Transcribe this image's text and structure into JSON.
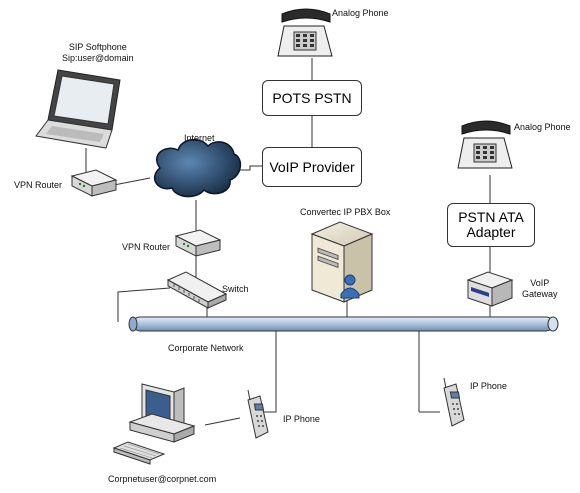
{
  "labels": {
    "analog_phone_top": "Analog Phone",
    "pots_pstn": "POTS PSTN",
    "voip_provider": "VoIP Provider",
    "sip_softphone_line1": "SIP Softphone",
    "sip_softphone_line2": "Sip:user@domain",
    "internet": "Internet",
    "vpn_router_left": "VPN Router",
    "vpn_router_center": "VPN Router",
    "switch": "Switch",
    "pbx_box": "Convertec IP PBX Box",
    "analog_phone_right": "Analog Phone",
    "pstn_ata_line1": "PSTN ATA",
    "pstn_ata_line2": "Adapter",
    "voip_gateway_line1": "VoIP",
    "voip_gateway_line2": "Gateway",
    "corporate_network": "Corporate Network",
    "ip_phone_left": "IP Phone",
    "ip_phone_right": "IP Phone",
    "corpnet_user": "Corpnetuser@corpnet.com"
  },
  "icons": {
    "analog_phone": "desk-phone-icon",
    "laptop": "laptop-icon",
    "router": "router-icon",
    "cloud": "cloud-icon",
    "switch": "network-switch-icon",
    "server": "server-tower-icon",
    "gateway": "gateway-box-icon",
    "ip_phone": "ip-phone-icon",
    "desktop": "desktop-computer-icon"
  },
  "colors": {
    "backbone": "#b8cfe6",
    "cloud": "#1f3b5c",
    "lines": "#333333"
  }
}
